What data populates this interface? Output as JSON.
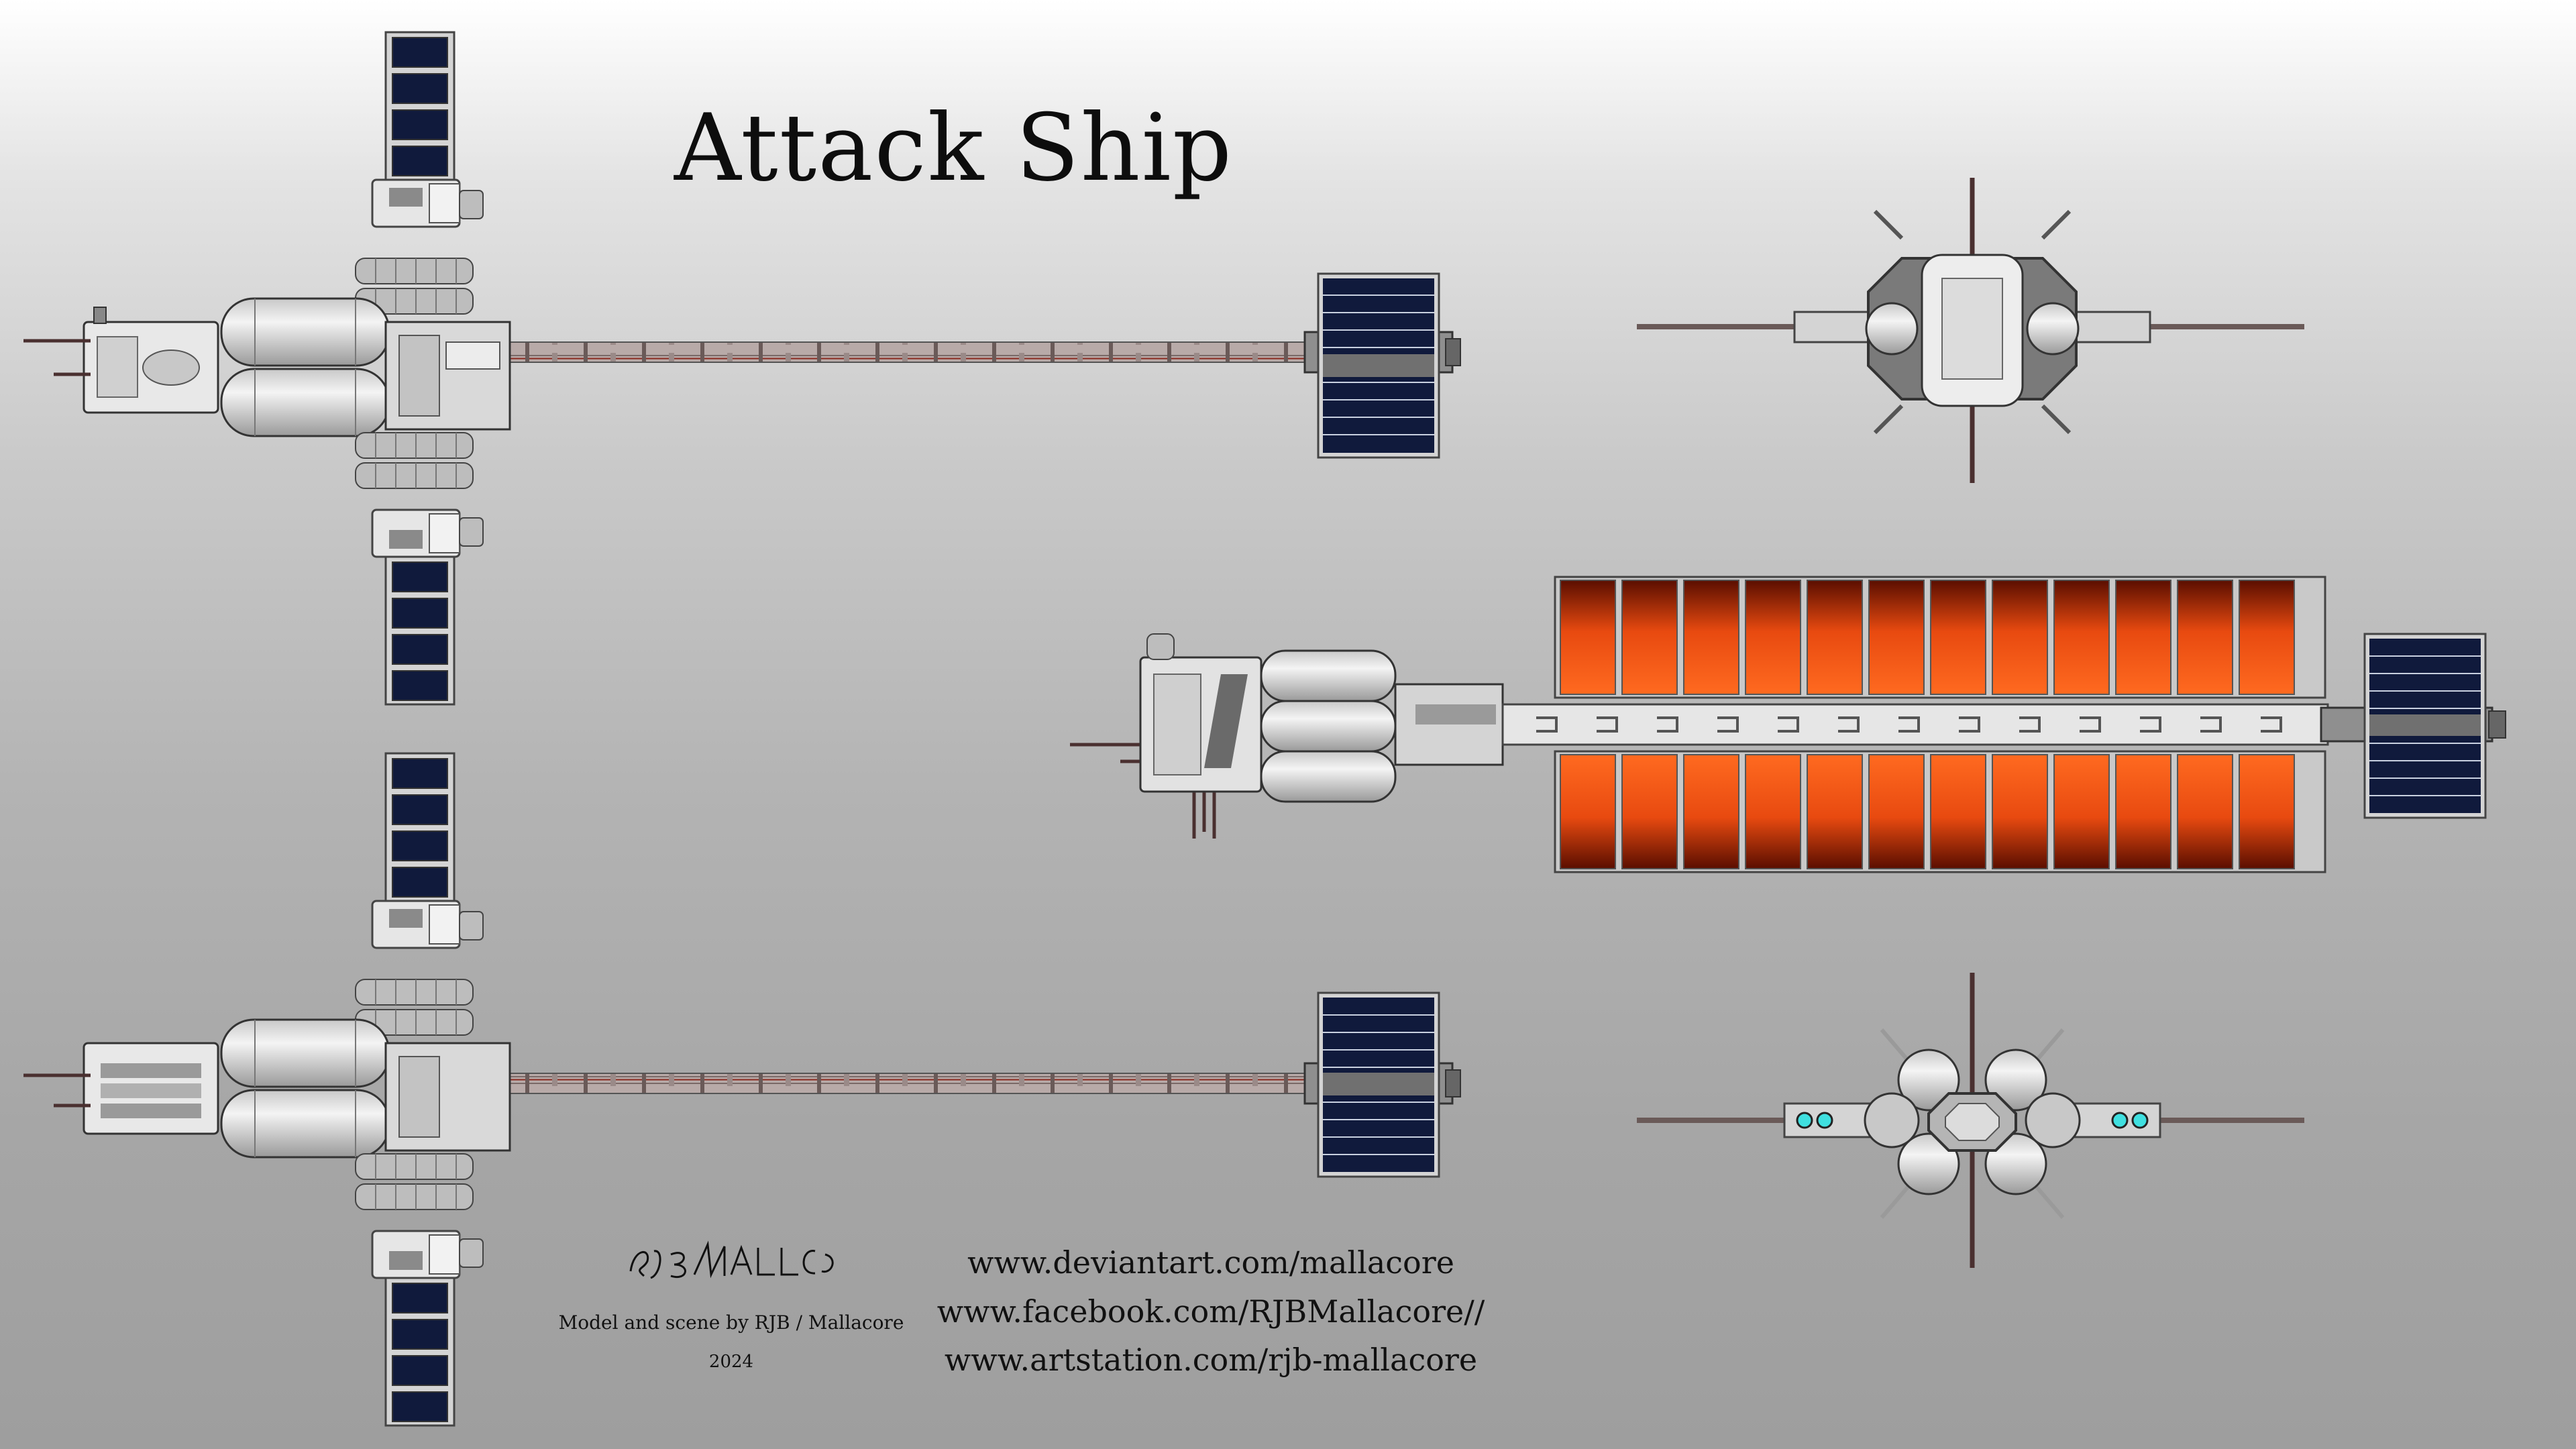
{
  "title": "Attack Ship",
  "credits": {
    "signature": "RJB/MALLACORE",
    "line1": "Model and scene by RJB / Mallacore",
    "year": "2024"
  },
  "links": [
    "www.deviantart.com/mallacore",
    "www.facebook.com/RJBMallacore//",
    "www.artstation.com/rjb-mallacore"
  ],
  "colors": {
    "solar_panel": "#101a3c",
    "hull": "#e0e0e0",
    "radiator_glow": "#ff5a14",
    "radiator_dark": "#5a0e00",
    "engine_glow": "#3fe0e0",
    "truss": "#8a7a78"
  },
  "views": {
    "top": "top-view",
    "bottom": "bottom-view",
    "side": "side-view-radiators-deployed",
    "front": "front-view",
    "rear": "rear-view"
  }
}
